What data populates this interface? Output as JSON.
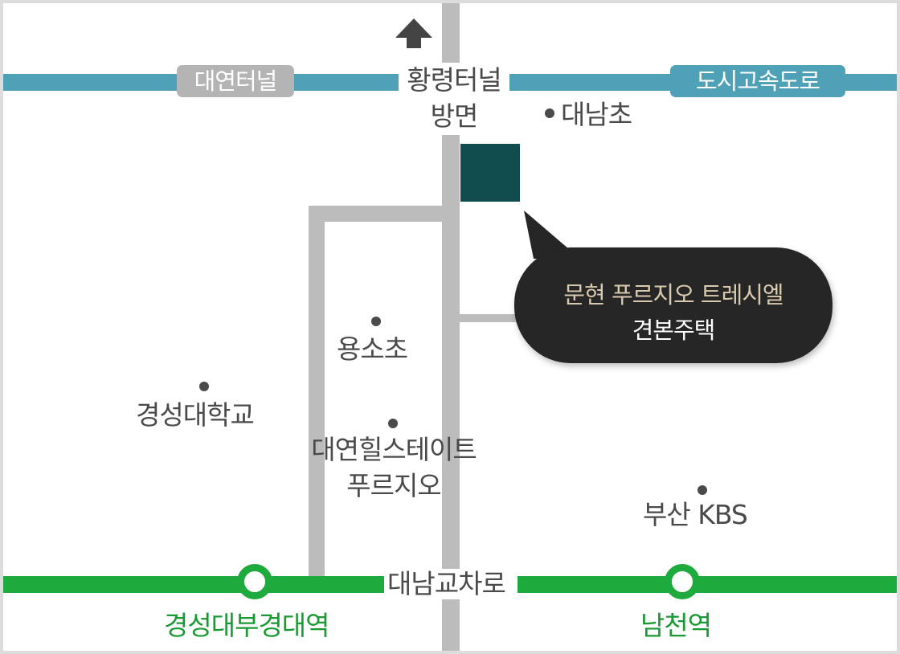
{
  "roads": {
    "left_tunnel": "대연터널",
    "right_expressway": "도시고속도로",
    "north_direction_line1": "황령터널",
    "north_direction_line2": "방면",
    "bottom_road": "대남교차로"
  },
  "landmarks": {
    "daenam_school": "대남초",
    "yongso_school": "용소초",
    "kyungsung_univ": "경성대학교",
    "daeyeon_hillstate_line1": "대연힐스테이트",
    "daeyeon_hillstate_line2": "푸르지오",
    "busan_kbs": "부산 KBS"
  },
  "stations": {
    "kyungsung_pukyong": "경성대부경대역",
    "namcheon": "남천역"
  },
  "callout": {
    "line1": "문현 푸르지오 트레시엘",
    "line2": "견본주택"
  },
  "colors": {
    "road_gray": "#bcbcbc",
    "expressway_blue": "#4fa1b8",
    "subway_green": "#1eaa3c",
    "target_block": "#114c4e",
    "callout_bg": "#262626",
    "callout_title": "#d9c9ae"
  },
  "icons": {
    "north_arrow": "up-arrow-icon"
  }
}
